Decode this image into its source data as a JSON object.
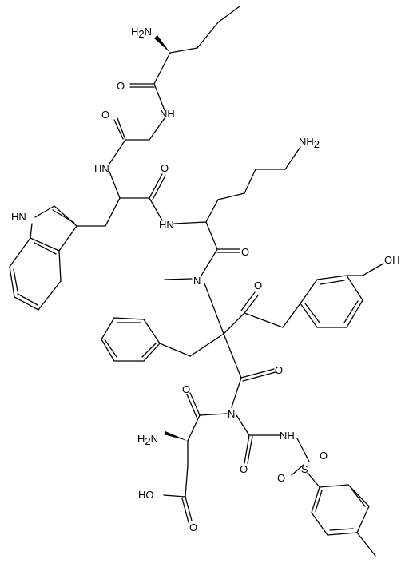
{
  "molecule": {
    "atoms": [
      {
        "id": "nh2_top",
        "text": "H",
        "sub": "2",
        "lead": "N"
      },
      {
        "id": "o1",
        "text": "O"
      },
      {
        "id": "nh1",
        "text": "NH"
      },
      {
        "id": "o2",
        "text": "O"
      },
      {
        "id": "hn_indole",
        "text": "HN"
      },
      {
        "id": "hn_trp",
        "text": "HN"
      },
      {
        "id": "o3",
        "text": "O"
      },
      {
        "id": "nh2_lys",
        "text": "NH",
        "sub": "2"
      },
      {
        "id": "hn_lys",
        "text": "HN"
      },
      {
        "id": "o4",
        "text": "O"
      },
      {
        "id": "n_me",
        "text": "N"
      },
      {
        "id": "o5",
        "text": "O"
      },
      {
        "id": "oh",
        "text": "OH"
      },
      {
        "id": "o6",
        "text": "O"
      },
      {
        "id": "o7",
        "text": "O"
      },
      {
        "id": "n_imide",
        "text": "N"
      },
      {
        "id": "nh_sulf",
        "text": "NH"
      },
      {
        "id": "h2n_asp",
        "text": "H",
        "sub": "2",
        "lead": "",
        "tail": "N"
      },
      {
        "id": "o8",
        "text": "O"
      },
      {
        "id": "s",
        "text": "S"
      },
      {
        "id": "o9",
        "text": "O"
      },
      {
        "id": "o10",
        "text": "O"
      },
      {
        "id": "hoc",
        "text": "HO"
      },
      {
        "id": "o11",
        "text": "O"
      }
    ]
  }
}
